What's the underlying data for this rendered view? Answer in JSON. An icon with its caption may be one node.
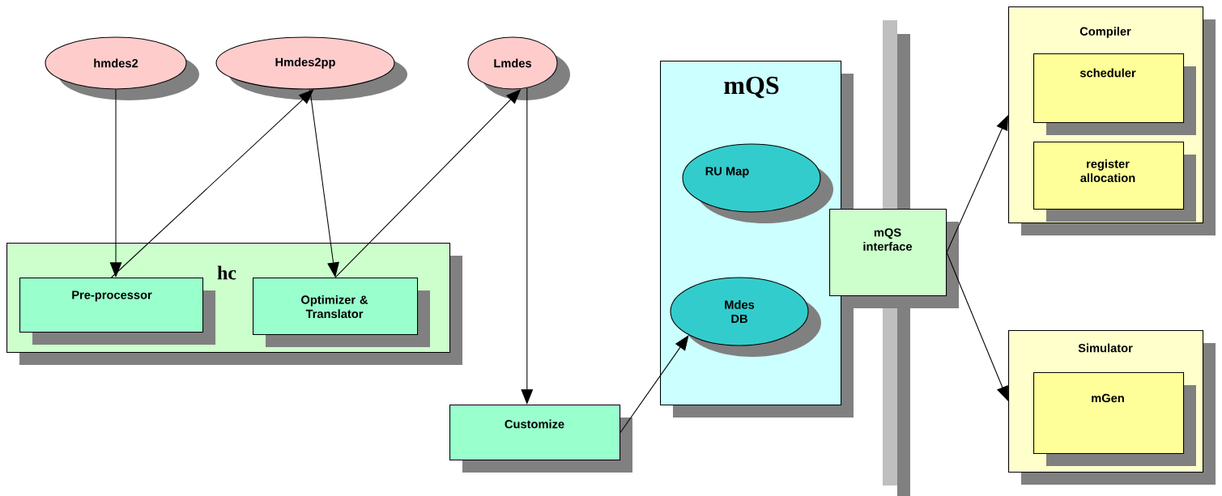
{
  "diagram": {
    "nodes": [
      {
        "text": [
          "hmdes2"
        ]
      },
      {
        "text": [
          "Hmdes2pp"
        ]
      },
      {
        "text": [
          "Lmdes"
        ]
      },
      {
        "text": [
          "hc"
        ]
      },
      {
        "text": [
          "Pre-processor"
        ],
        "in": 3
      },
      {
        "text": [
          "Optimizer & Translator"
        ],
        "in": 3
      },
      {
        "text": [
          "mQS"
        ]
      },
      {
        "text": [
          "RU Map"
        ],
        "in": 6
      },
      {
        "text": [
          "Mdes DB"
        ],
        "in": 6
      },
      {
        "text": [
          "Customize"
        ]
      },
      {
        "text": [
          "mQS interface"
        ]
      },
      {
        "text": [
          "Compiler"
        ]
      },
      {
        "text": [
          "scheduler"
        ],
        "in": 11
      },
      {
        "text": [
          "register allocation"
        ],
        "in": 11
      },
      {
        "text": [
          "Simulator"
        ]
      },
      {
        "text": [
          "mGen"
        ],
        "in": 14
      }
    ],
    "edges": [
      {
        "from": 0,
        "to": 4,
        "arrow": "to"
      },
      {
        "from": 4,
        "to": 1,
        "arrow": "to"
      },
      {
        "from": 1,
        "to": 5,
        "arrow": "to"
      },
      {
        "from": 5,
        "to": 2,
        "arrow": "to"
      },
      {
        "from": 2,
        "to": 9,
        "arrow": "to"
      },
      {
        "from": 9,
        "to": 8,
        "arrow": "to"
      },
      {
        "from": 10,
        "to": 11,
        "arrow": "to"
      },
      {
        "from": 10,
        "to": 14,
        "arrow": "to"
      }
    ]
  }
}
